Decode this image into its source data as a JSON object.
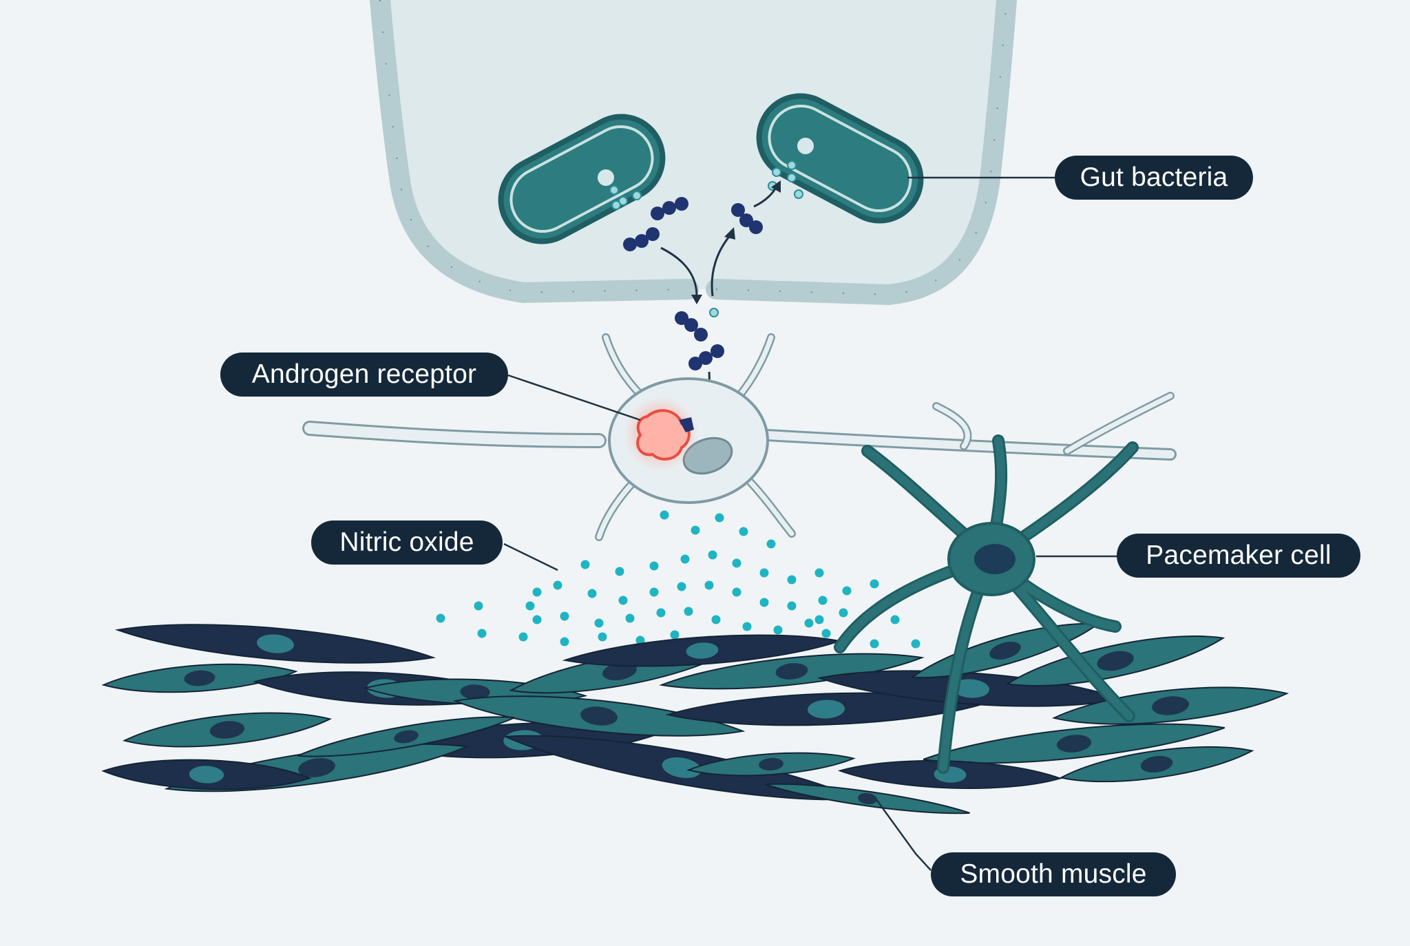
{
  "labels": {
    "gut_bacteria": "Gut bacteria",
    "androgen_receptor": "Androgen receptor",
    "nitric_oxide": "Nitric oxide",
    "pacemaker_cell": "Pacemaker cell",
    "smooth_muscle": "Smooth muscle"
  },
  "colors": {
    "background": "#f0f4f6",
    "label_fill": "#14283a",
    "label_text": "#ffffff",
    "leader_line": "#1f3344",
    "lumen": "#dde9eb",
    "epithelium": "#b5ccd0",
    "bacteria": "#2d7c7f",
    "bacteria_outline": "#1f5e62",
    "molecule": "#1f3470",
    "nitric_oxide_dot": "#1fb4c2",
    "neuron": "#e8eff2",
    "neuron_outline": "#7f9ba4",
    "receptor_glow": "#ff8576",
    "receptor": "#e94d40",
    "pacemaker": "#2a7276",
    "muscle_dark": "#1d2f4a",
    "muscle_teal": "#2b7479"
  },
  "icons": [
    "bacterium-icon",
    "molecule-icon",
    "neuron-icon",
    "receptor-icon",
    "pacemaker-cell-icon",
    "muscle-cell-icon"
  ]
}
